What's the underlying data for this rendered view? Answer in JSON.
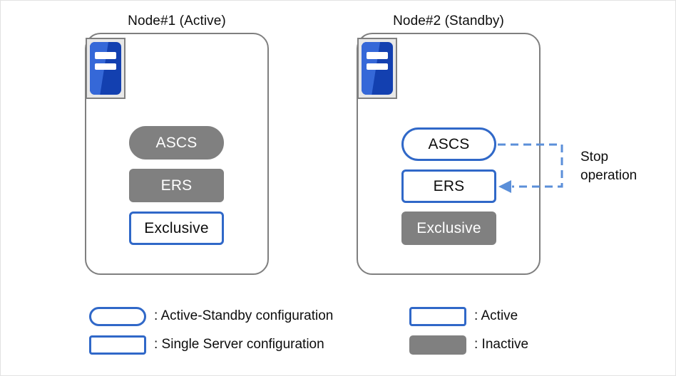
{
  "colors": {
    "active_border": "#3068c8",
    "inactive_fill": "#808080",
    "node_border": "#7f7f7f",
    "arrow": "#5b8fd9",
    "icon_blue_dark": "#1340b0",
    "icon_blue_light": "#3568d8",
    "canvas_border": "#e2e2e2"
  },
  "nodes": [
    {
      "title": "Node#1 (Active)",
      "icon": "server-icon",
      "services": [
        {
          "label": "ASCS",
          "shape": "pill",
          "state": "inactive"
        },
        {
          "label": "ERS",
          "shape": "rect",
          "state": "inactive"
        },
        {
          "label": "Exclusive",
          "shape": "rect",
          "state": "active"
        }
      ]
    },
    {
      "title": "Node#2 (Standby)",
      "icon": "server-icon",
      "services": [
        {
          "label": "ASCS",
          "shape": "pill",
          "state": "active"
        },
        {
          "label": "ERS",
          "shape": "rect",
          "state": "active"
        },
        {
          "label": "Exclusive",
          "shape": "rect",
          "state": "inactive"
        }
      ]
    }
  ],
  "annotation": {
    "line1": "Stop",
    "line2": "operation"
  },
  "legend": {
    "left": [
      {
        "swatch": "pill",
        "label": ": Active-Standby configuration"
      },
      {
        "swatch": "rect",
        "label": ": Single Server configuration"
      }
    ],
    "right": [
      {
        "swatch": "rect",
        "label": ": Active"
      },
      {
        "swatch": "filled",
        "label": ": Inactive"
      }
    ]
  }
}
